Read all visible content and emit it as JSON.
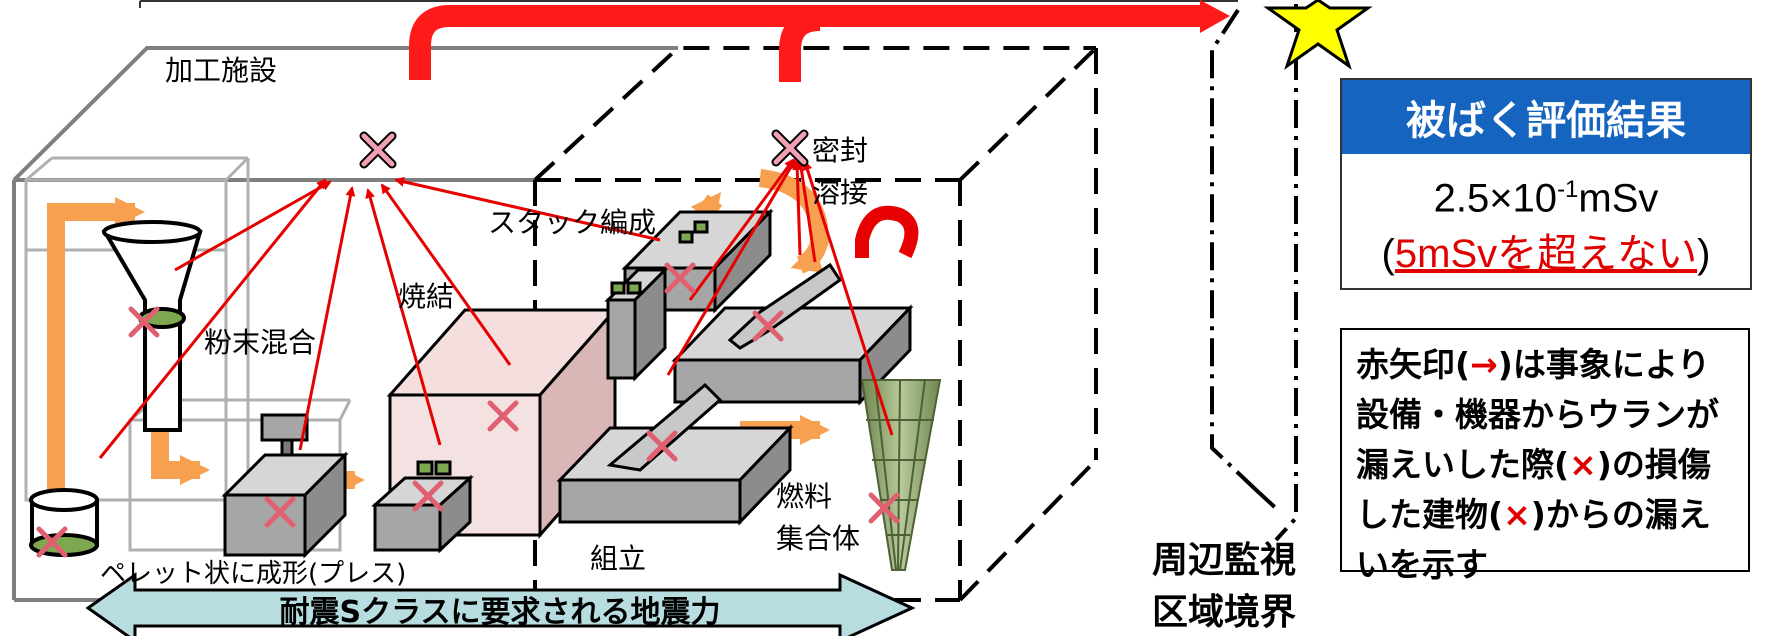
{
  "labels": {
    "facility": "加工施設",
    "powder_mixing": "粉末混合",
    "pellet_press": "ペレット状に成形(プレス)",
    "sintering": "焼結",
    "stack": "スタック編成",
    "seal_weld_1": "密封",
    "seal_weld_2": "溶接",
    "fuel_assembly_1": "燃料",
    "fuel_assembly_2": "集合体",
    "assembly": "組立",
    "boundary_1": "周辺監視",
    "boundary_2": "区域境界",
    "seismic": "耐震Sクラスに要求される地震力"
  },
  "result": {
    "title": "被ばく評価結果",
    "dose_prefix": "2.5×10",
    "dose_exp": "-1",
    "dose_unit": "mSv",
    "note_open": "(",
    "note": "5mSvを超えない",
    "note_close": ")"
  },
  "legend": {
    "line1_a": "赤矢印(",
    "line1_arrow": "→",
    "line1_b": ")は事象により",
    "line2": "設備・機器からウランが",
    "line3_a": "漏えいした際(",
    "line3_x": "×",
    "line3_b": ")の損傷",
    "line4_a": "した建物(",
    "line4_x": "×",
    "line4_b": ")からの漏え",
    "line5": "いを示す"
  },
  "colors": {
    "leak_arrow": "#e60000",
    "release_arrow": "#ff1a1a",
    "process_flow": "#f7a050",
    "cross_mark": "#e06070",
    "header_blue": "#1565c0",
    "seismic_fill": "#b7dde0",
    "star": "#ffff00"
  },
  "icons": {
    "leak_point": "x-mark-icon",
    "receptor": "star-icon"
  }
}
